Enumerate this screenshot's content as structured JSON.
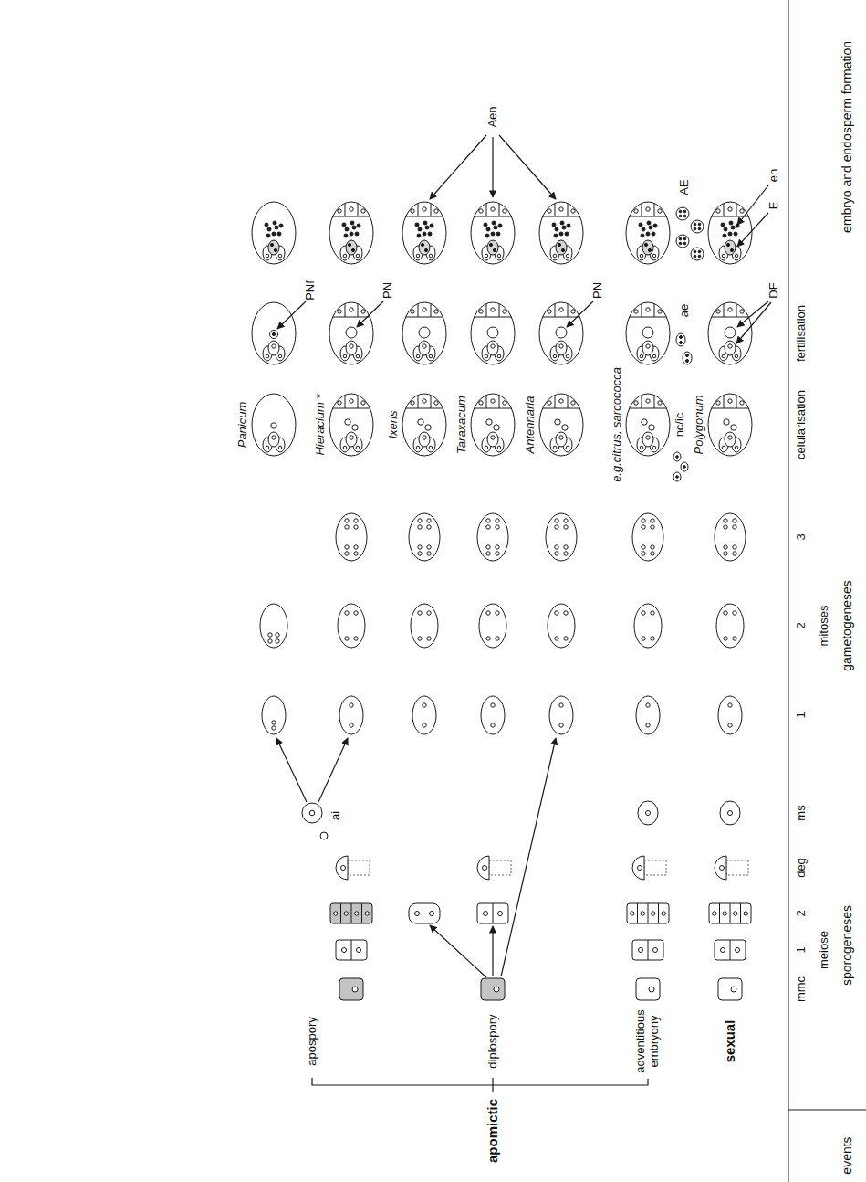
{
  "diagram": {
    "labels": [
      "events",
      "sporogeneses",
      "meiose",
      "gametogeneses",
      "mitoses",
      "embryo and endosperm formation",
      "mmc",
      "1",
      "2",
      "deg",
      "ms",
      "1",
      "2",
      "3",
      "celularisation",
      "fertilisation",
      "sexual",
      "adventitious embryony",
      "apomictic",
      "diplospory",
      "apospory",
      "Polygonum",
      "nc/ic",
      "e.g.citrus, sarcococca",
      "Antennaria",
      "Taraxacum",
      "Ixeris",
      "Hieracium *",
      "Panicum",
      "ai",
      "DF",
      "ae",
      "PN",
      "PN",
      "PNf",
      "en",
      "E",
      "AE",
      "Aen"
    ]
  }
}
